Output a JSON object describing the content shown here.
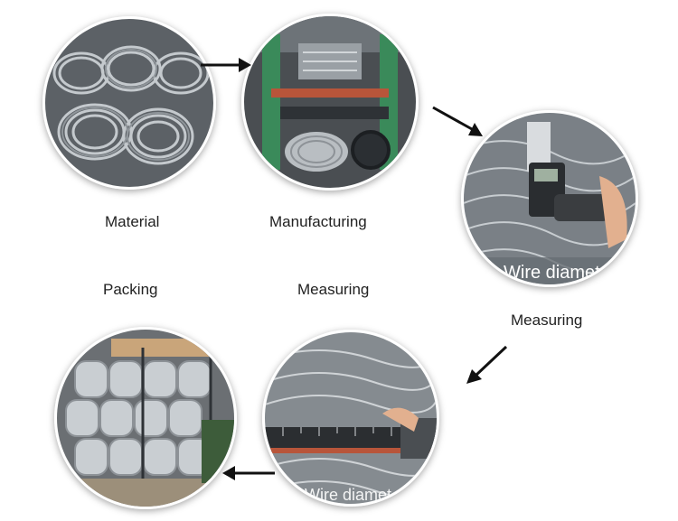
{
  "steps": {
    "material": {
      "label": "Material"
    },
    "manufacturing": {
      "label": "Manufacturing"
    },
    "measuring_top": {
      "label": "Measuring"
    },
    "measuring_right": {
      "label": "Measuring",
      "overlay_text": "Wire diamet"
    },
    "measuring_bottom": {
      "overlay_text": "Wire diamet"
    },
    "packing": {
      "label": "Packing"
    }
  },
  "colors": {
    "steel": "#8a9096",
    "steel_light": "#c9ced2",
    "machine_green": "#3a8a5a",
    "arrow": "#111111"
  }
}
